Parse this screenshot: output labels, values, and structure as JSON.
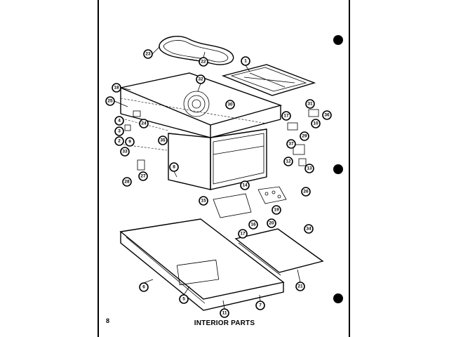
{
  "page": {
    "number": "8",
    "title": "INTERIOR PARTS"
  },
  "callouts": [
    "1",
    "2",
    "3",
    "4",
    "5",
    "6",
    "7",
    "8",
    "9",
    "10",
    "11",
    "12",
    "13",
    "14",
    "15",
    "16",
    "17",
    "18",
    "19",
    "20",
    "21",
    "22",
    "23",
    "24",
    "25",
    "26",
    "27",
    "28",
    "29",
    "30",
    "31",
    "32",
    "33",
    "34",
    "35",
    "36",
    "37"
  ]
}
